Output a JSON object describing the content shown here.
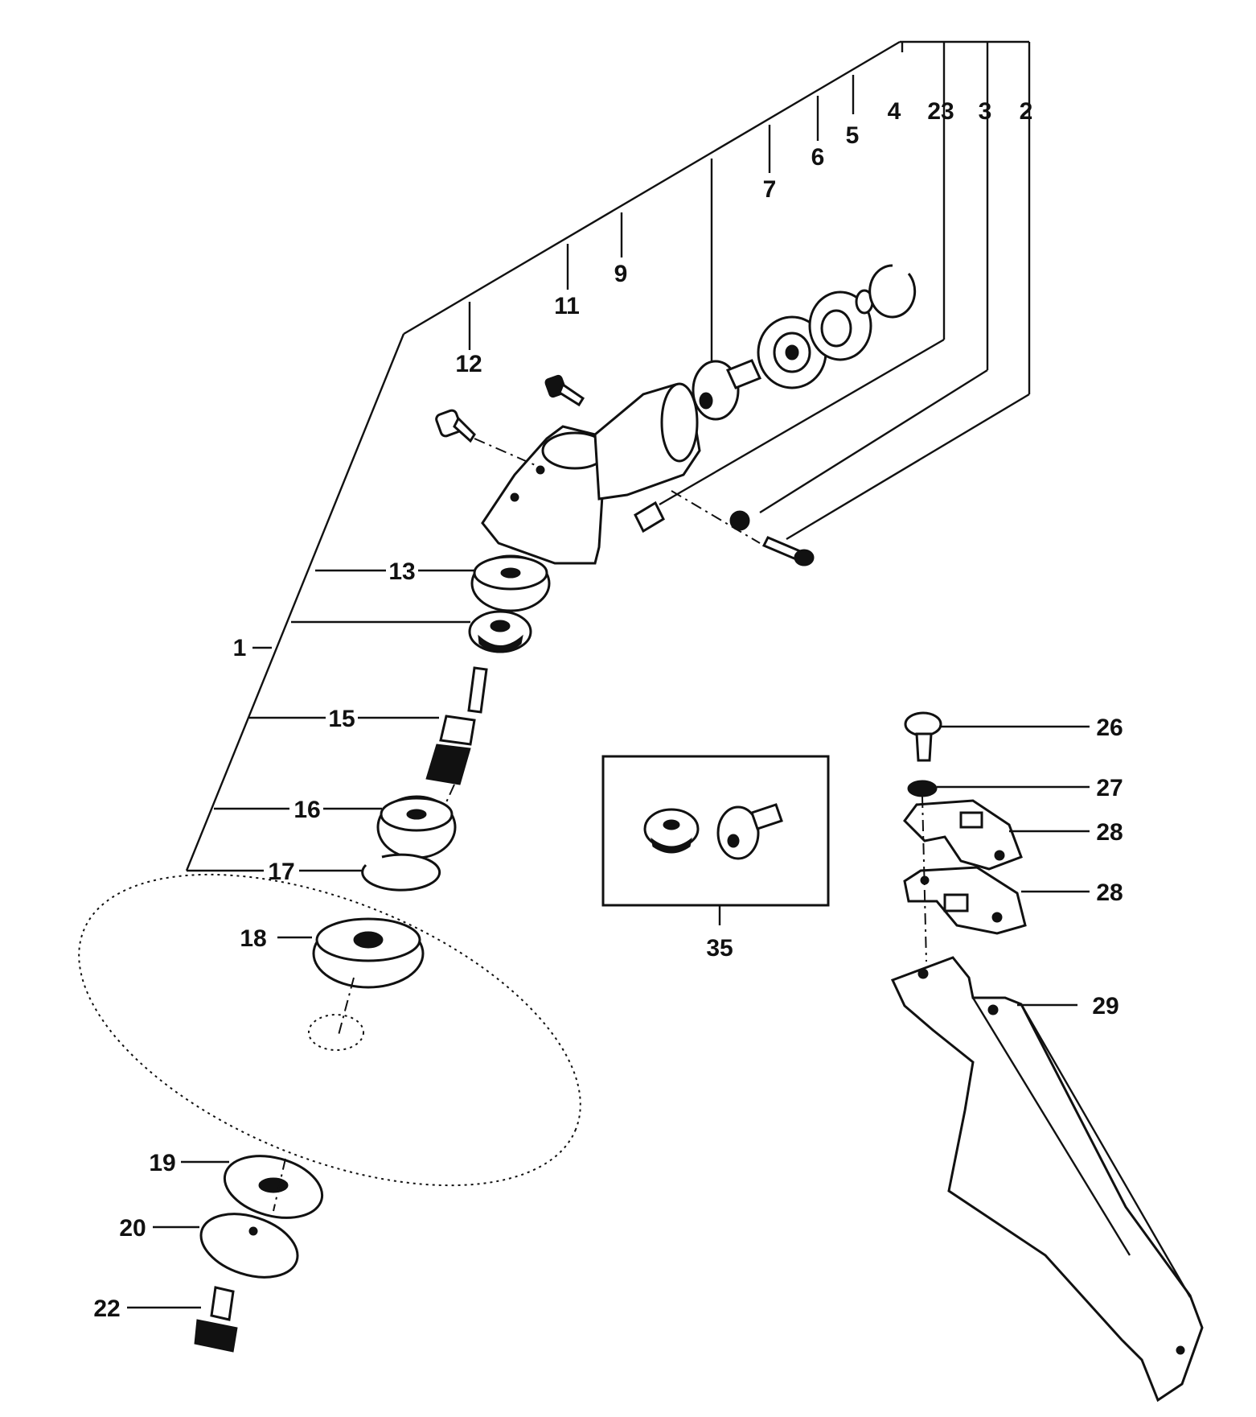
{
  "callouts": {
    "c1": "1",
    "c2": "2",
    "c3": "3",
    "c4": "4",
    "c5": "5",
    "c6": "6",
    "c7": "7",
    "c9": "9",
    "c11": "11",
    "c12": "12",
    "c13": "13",
    "c15": "15",
    "c16": "16",
    "c17": "17",
    "c18": "18",
    "c19": "19",
    "c20": "20",
    "c22": "22",
    "c23": "23",
    "c26": "26",
    "c27": "27",
    "c28a": "28",
    "c28b": "28",
    "c29": "29",
    "c35": "35"
  },
  "icons": {
    "gear_head_assembly": "gear-housing-icon",
    "saw_blade": "circular-blade-icon",
    "blade_guard": "guard-icon",
    "gear_kit": "bevel-gear-set-icon"
  }
}
